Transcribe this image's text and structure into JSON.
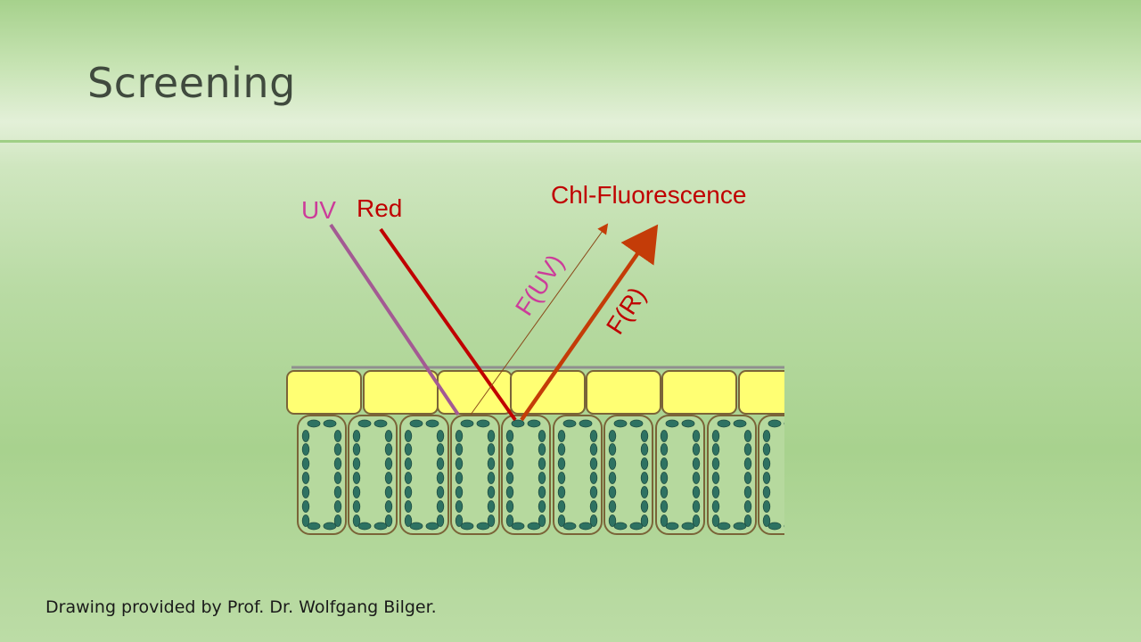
{
  "slide": {
    "title": "Screening",
    "caption": "Drawing provided by Prof. Dr. Wolfgang Bilger."
  },
  "diagram": {
    "labels": {
      "uv": "UV",
      "red": "Red",
      "fluorescence": "Chl-Fluorescence",
      "f_uv": "F(UV)",
      "f_r": "F(R)"
    },
    "colors": {
      "uv": "#cc3c9a",
      "uv_beam": "#a35a93",
      "red": "#c00000",
      "fluorescence_arrow": "#c43c08",
      "epidermis_fill": "#ffff73",
      "cell_outline": "#7a6438",
      "chloroplast": "#2e7262"
    }
  }
}
